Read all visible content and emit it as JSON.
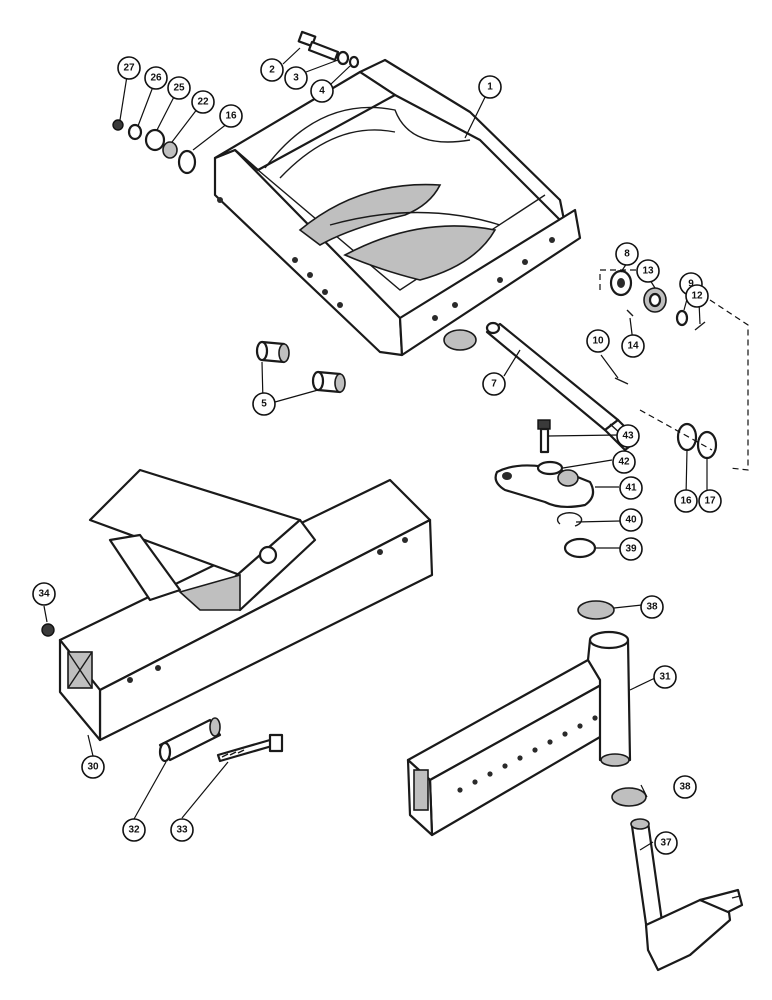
{
  "callouts": {
    "c1": "1",
    "c2": "2",
    "c3": "3",
    "c4": "4",
    "c5": "5",
    "c7": "7",
    "c8": "8",
    "c9": "9",
    "c10": "10",
    "c12": "12",
    "c13": "13",
    "c14": "14",
    "c16a": "16",
    "c16b": "16",
    "c17": "17",
    "c22": "22",
    "c25": "25",
    "c26": "26",
    "c27": "27",
    "c30": "30",
    "c31": "31",
    "c32": "32",
    "c33": "33",
    "c34": "34",
    "c37": "37",
    "c38a": "38",
    "c38b": "38",
    "c39": "39",
    "c40": "40",
    "c41": "41",
    "c42": "42",
    "c43": "43"
  }
}
